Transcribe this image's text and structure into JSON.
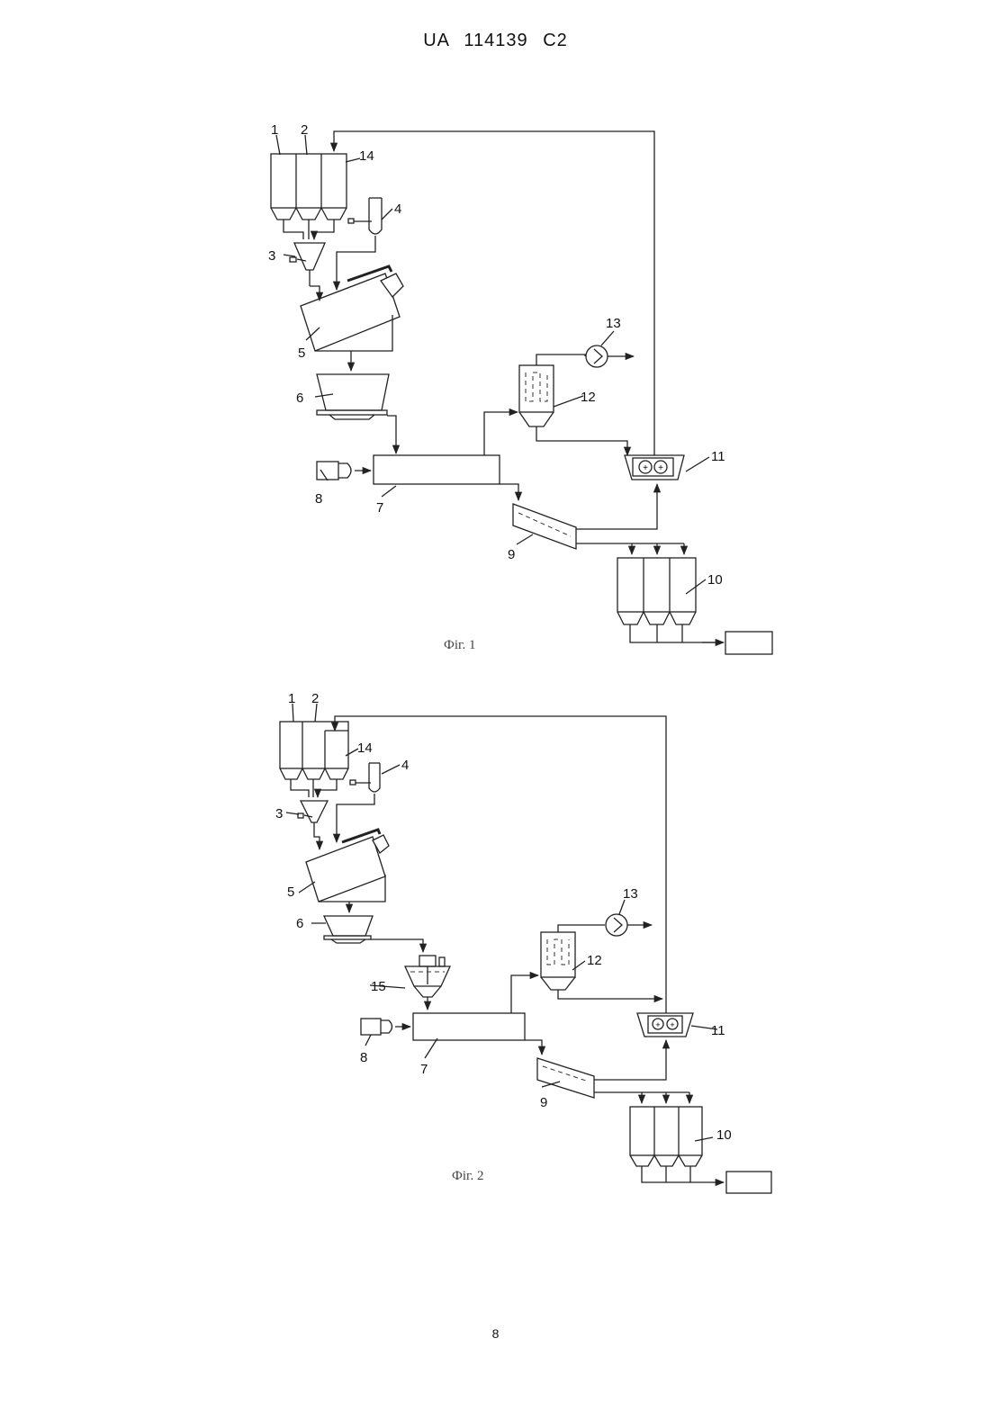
{
  "header": {
    "patent_number": "UA   114139   C2"
  },
  "page_number": "8",
  "figures": [
    {
      "caption": "Фіг. 1",
      "labels": {
        "l1": "1",
        "l2": "2",
        "l3": "3",
        "l4": "4",
        "l5": "5",
        "l6": "6",
        "l7": "7",
        "l8": "8",
        "l9": "9",
        "l10": "10",
        "l11": "11",
        "l12": "12",
        "l13": "13",
        "l14": "14"
      }
    },
    {
      "caption": "Фіг. 2",
      "labels": {
        "l1": "1",
        "l2": "2",
        "l3": "3",
        "l4": "4",
        "l5": "5",
        "l6": "6",
        "l7": "7",
        "l8": "8",
        "l9": "9",
        "l10": "10",
        "l11": "11",
        "l12": "12",
        "l13": "13",
        "l14": "14",
        "l15": "15"
      }
    }
  ],
  "icons": [
    "silo-icon",
    "hopper-icon",
    "mixer-icon",
    "rotary-drum-icon",
    "crusher-icon",
    "fan-icon",
    "screen-icon"
  ]
}
